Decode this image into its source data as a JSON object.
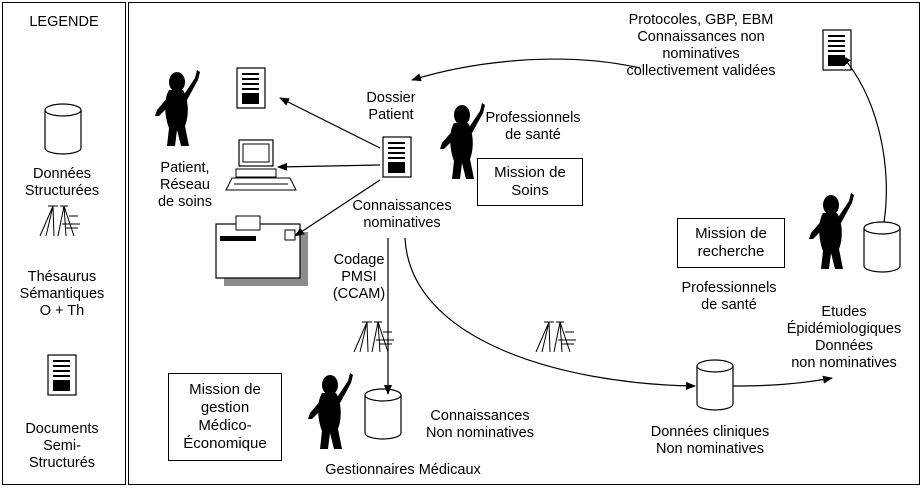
{
  "legend": {
    "title": "LEGENDE",
    "structured_data": [
      "Données",
      "Structurées"
    ],
    "thesaurus": [
      "Thésaurus",
      "Sémantiques",
      "O + Th"
    ],
    "documents": [
      "Documents",
      "Semi-",
      "Structurés"
    ]
  },
  "nodes": {
    "protocols": [
      "Protocoles, GBP, EBM",
      "Connaissances non",
      "nominatives",
      "collectivement validées"
    ],
    "dossier_patient": [
      "Dossier",
      "Patient"
    ],
    "pro_sante_top": [
      "Professionnels",
      "de santé"
    ],
    "mission_soins": [
      "Mission de",
      "Soins"
    ],
    "patient_reseau": [
      "Patient,",
      "Réseau",
      "de soins"
    ],
    "connaissances_nominatives": [
      "Connaissances",
      "nominatives"
    ],
    "codage": [
      "Codage",
      "PMSI",
      "(CCAM)"
    ],
    "mission_recherche": [
      "Mission de",
      "recherche"
    ],
    "pro_sante_right": [
      "Professionnels",
      "de santé"
    ],
    "etudes": [
      "Etudes",
      "Épidémiologiques",
      "Données",
      "non nominatives"
    ],
    "mission_gestion": [
      "Mission de",
      "gestion",
      "Médico-",
      "Économique"
    ],
    "connaissances_non_nom": [
      "Connaissances",
      "Non nominatives"
    ],
    "gestionnaires": "Gestionnaires Médicaux",
    "donnees_cliniques": [
      "Données cliniques",
      "Non nominatives"
    ]
  },
  "colors": {
    "line": "#000000",
    "doc_fill": "#ffffff",
    "shadow": "#8c8c8c"
  }
}
